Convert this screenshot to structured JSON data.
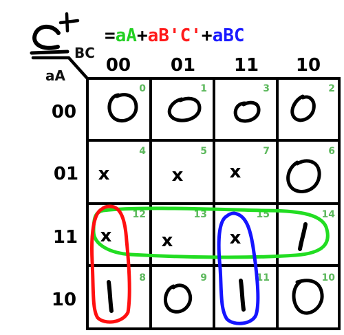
{
  "header": {
    "label_hand": "C",
    "label_sup": "+",
    "equation": [
      {
        "text": "=",
        "color": "#000000"
      },
      {
        "text": "aA",
        "color": "#22d022"
      },
      {
        "text": "+",
        "color": "#000000"
      },
      {
        "text": "aB'C'",
        "color": "#ff1a1a"
      },
      {
        "text": "+",
        "color": "#000000"
      },
      {
        "text": "aBC",
        "color": "#1a1aff"
      }
    ]
  },
  "kmap": {
    "col_var": "BC",
    "row_var": "aA",
    "columns": [
      "00",
      "01",
      "11",
      "10"
    ],
    "rows": [
      "00",
      "01",
      "11",
      "10"
    ],
    "cells": [
      [
        {
          "index": "0",
          "value": "0"
        },
        {
          "index": "1",
          "value": "0"
        },
        {
          "index": "3",
          "value": "0"
        },
        {
          "index": "2",
          "value": "0"
        }
      ],
      [
        {
          "index": "4",
          "value": "x"
        },
        {
          "index": "5",
          "value": "x"
        },
        {
          "index": "7",
          "value": "x"
        },
        {
          "index": "6",
          "value": "0"
        }
      ],
      [
        {
          "index": "12",
          "value": "x"
        },
        {
          "index": "13",
          "value": "x"
        },
        {
          "index": "15",
          "value": "x"
        },
        {
          "index": "14",
          "value": "1"
        }
      ],
      [
        {
          "index": "8",
          "value": "1"
        },
        {
          "index": "9",
          "value": "0"
        },
        {
          "index": "11",
          "value": "1"
        },
        {
          "index": "10",
          "value": "0"
        }
      ]
    ],
    "groups": [
      {
        "name": "green-group",
        "color": "#22dd22"
      },
      {
        "name": "red-group",
        "color": "#ff1010"
      },
      {
        "name": "blue-group",
        "color": "#1515ff"
      }
    ],
    "index_color": "#5cb85c"
  }
}
